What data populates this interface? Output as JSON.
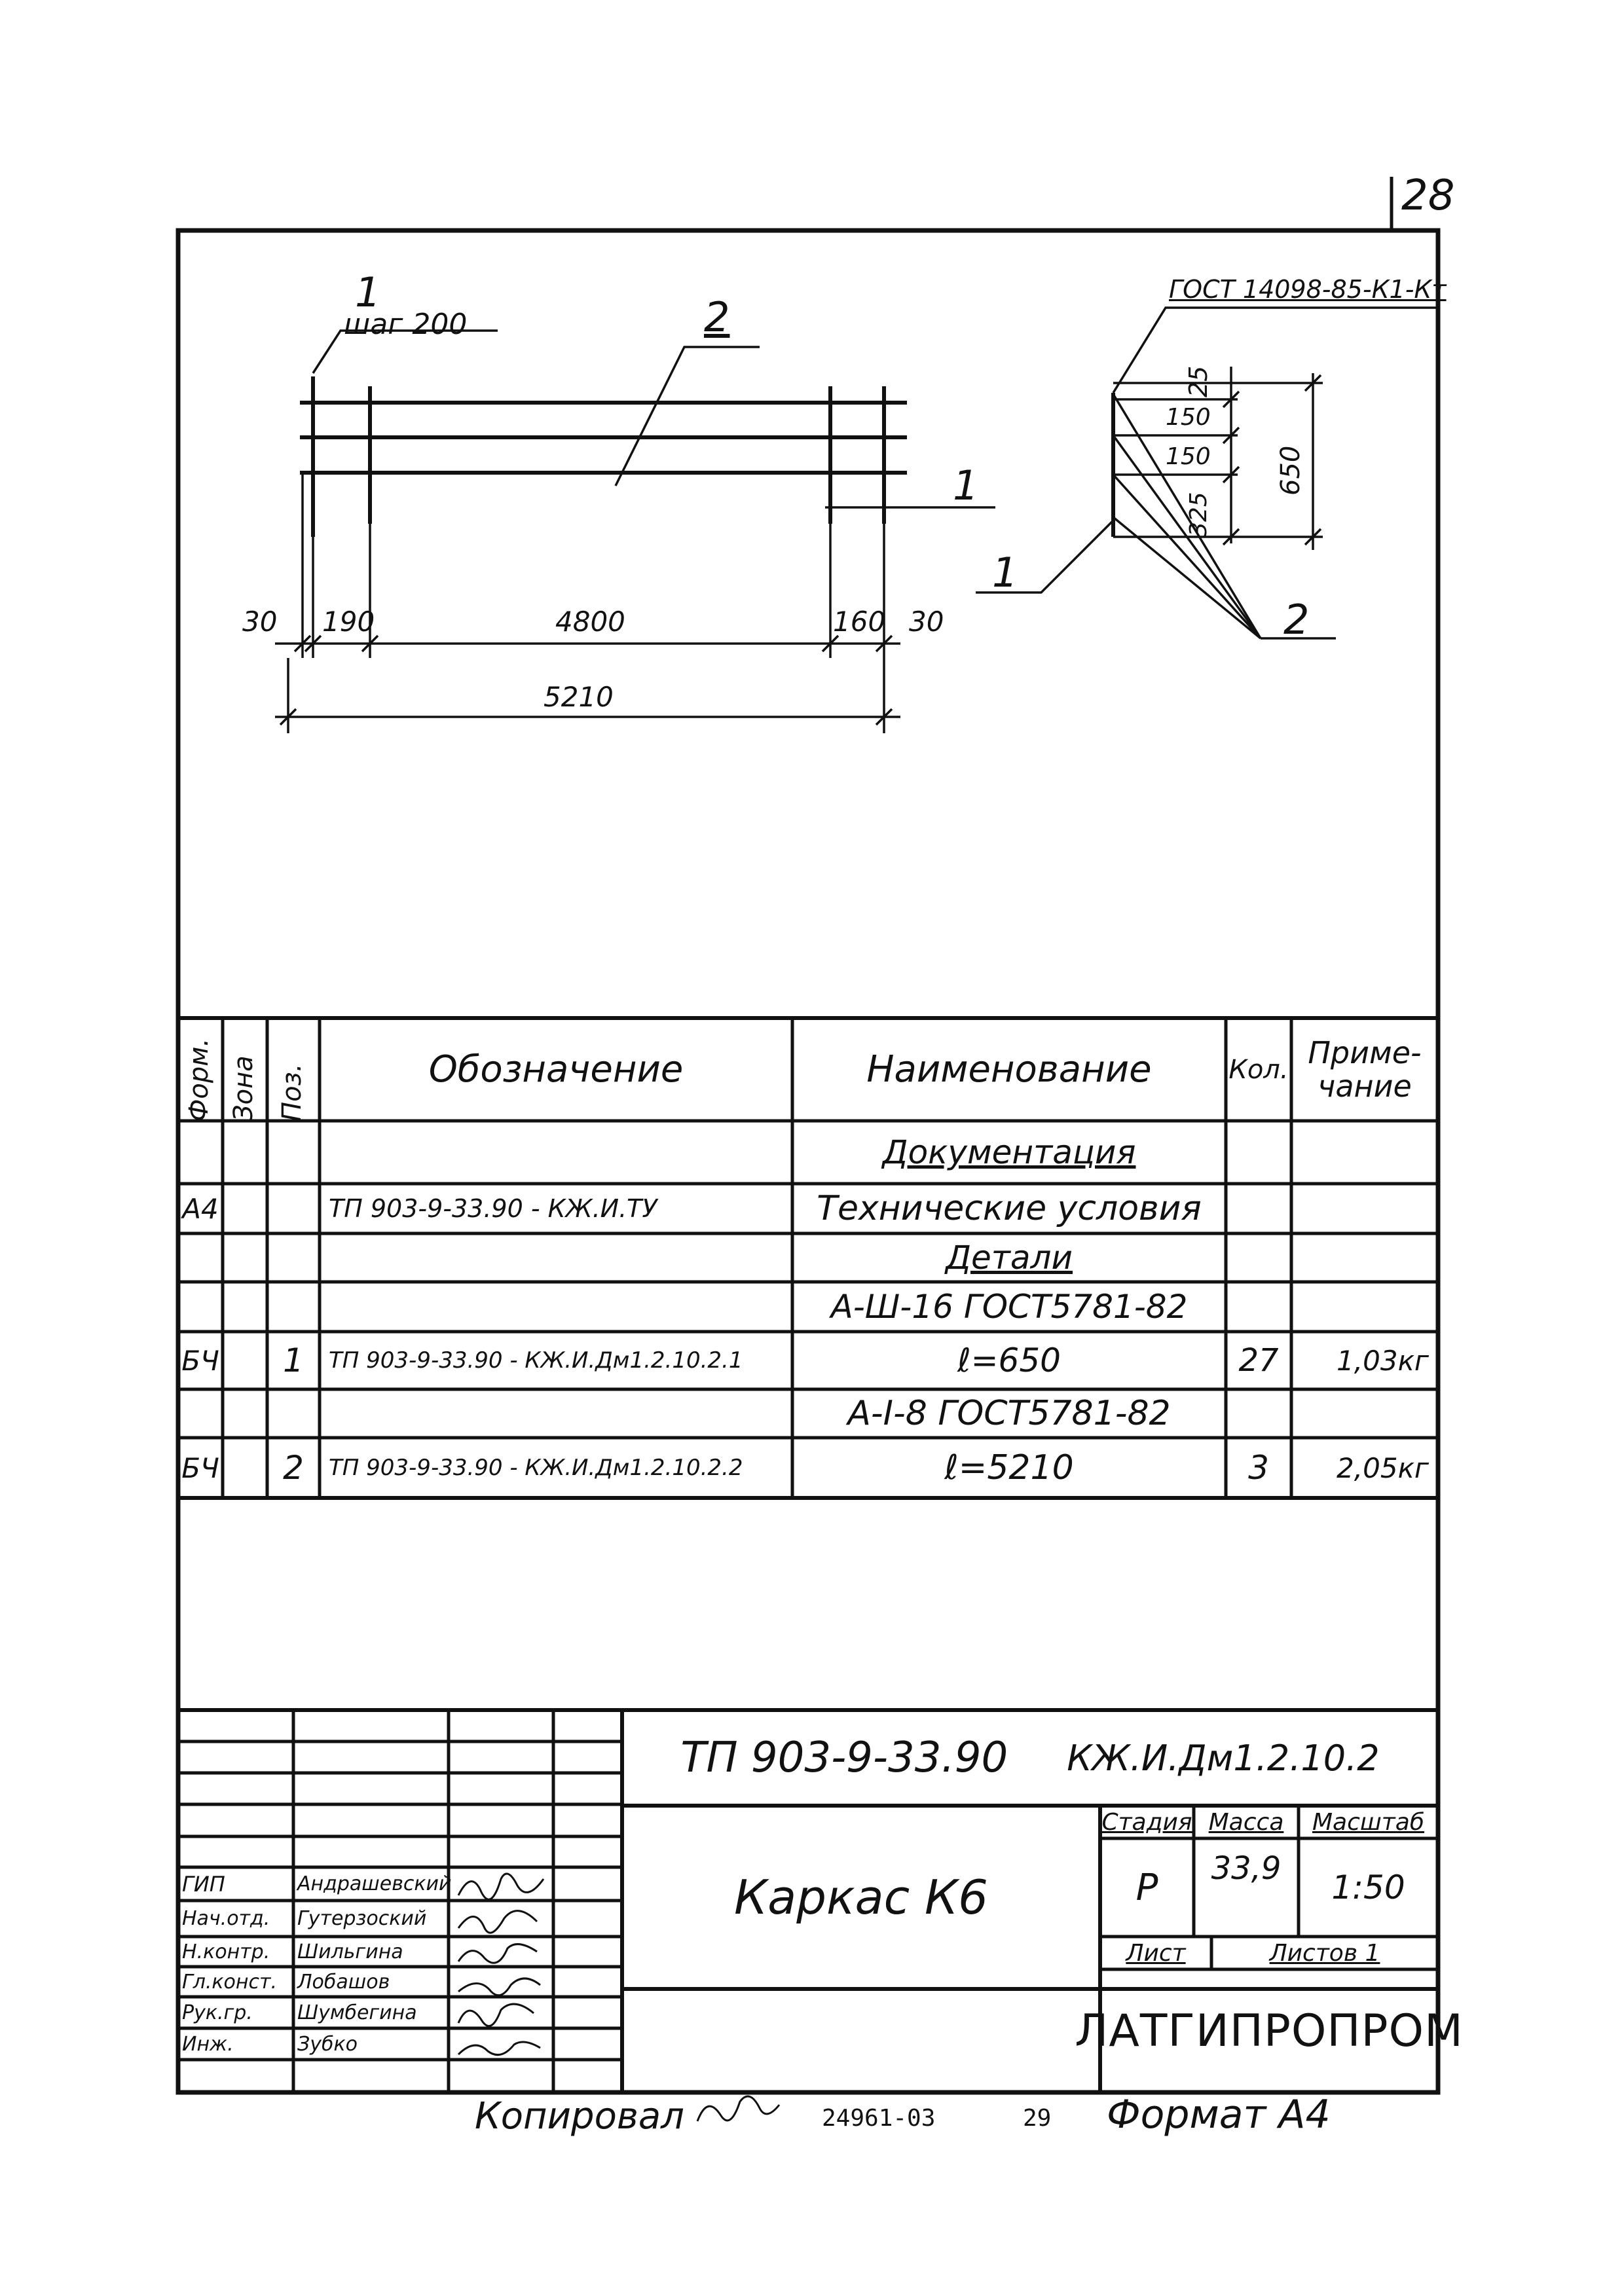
{
  "sheet": {
    "page_number": "28",
    "copy_note": "Копировал",
    "order_number": "24961-03",
    "copy_sheet": "29",
    "format": "Формат А4"
  },
  "drawing_left": {
    "pos1_label": "1",
    "step_label": "шаг 200",
    "pos2_label": "2",
    "pos1_side_label": "1",
    "dims": {
      "d30_left": "30",
      "d190": "190",
      "d4800": "4800",
      "d160": "160",
      "d30_right": "30",
      "d5210": "5210"
    }
  },
  "drawing_right": {
    "gost_label": "ГОСТ 14098-85-К1-Кт",
    "dims": {
      "d25": "25",
      "d150a": "150",
      "d150b": "150",
      "d325": "325",
      "d650": "650"
    },
    "pos1_label": "1",
    "pos2_label": "2"
  },
  "spec_table": {
    "headers": {
      "format": "Форм.",
      "zone": "Зона",
      "pos": "Поз.",
      "designation": "Обозначение",
      "name": "Наименование",
      "qty": "Кол.",
      "note": "Приме-чание"
    },
    "rows": [
      {
        "format": "",
        "zone": "",
        "pos": "",
        "designation": "",
        "name": "Документация",
        "qty": "",
        "note": "",
        "underline": true
      },
      {
        "format": "А4",
        "zone": "",
        "pos": "",
        "designation": "ТП 903-9-33.90 - КЖ.И.ТУ",
        "name": "Технические условия",
        "qty": "",
        "note": ""
      },
      {
        "format": "",
        "zone": "",
        "pos": "",
        "designation": "",
        "name": "Детали",
        "qty": "",
        "note": "",
        "underline": true
      },
      {
        "format": "",
        "zone": "",
        "pos": "",
        "designation": "",
        "name": "А-Ш-16 ГОСТ5781-82",
        "qty": "",
        "note": ""
      },
      {
        "format": "БЧ",
        "zone": "",
        "pos": "1",
        "designation": "ТП 903-9-33.90 - КЖ.И.Дм1.2.10.2.1",
        "name": "ℓ=650",
        "qty": "27",
        "note": "1,03кг"
      },
      {
        "format": "",
        "zone": "",
        "pos": "",
        "designation": "",
        "name": "А-I-8 ГОСТ5781-82",
        "qty": "",
        "note": ""
      },
      {
        "format": "БЧ",
        "zone": "",
        "pos": "2",
        "designation": "ТП 903-9-33.90 - КЖ.И.Дм1.2.10.2.2",
        "name": "ℓ=5210",
        "qty": "3",
        "note": "2,05кг"
      }
    ]
  },
  "title_block": {
    "document_code": "ТП 903-9-33.90",
    "document_suffix": "КЖ.И.Дм1.2.10.2",
    "title": "Каркас К6",
    "stage_label": "Стадия",
    "mass_label": "Масса",
    "scale_label": "Масштаб",
    "stage_value": "Р",
    "mass_value": "33,9",
    "scale_value": "1:50",
    "sheet_label": "Лист",
    "sheets_label": "Листов 1",
    "organization": "ЛАТГИПРОПРОМ",
    "roles": [
      {
        "role": "ГИП",
        "name": "Андрашевский"
      },
      {
        "role": "Нач.отд.",
        "name": "Гутерзоский"
      },
      {
        "role": "Н.контр.",
        "name": "Шильгина"
      },
      {
        "role": "Гл.конст.",
        "name": "Лобашов"
      },
      {
        "role": "Рук.гр.",
        "name": "Шумбегина"
      },
      {
        "role": "Инж.",
        "name": "Зубко"
      }
    ]
  }
}
